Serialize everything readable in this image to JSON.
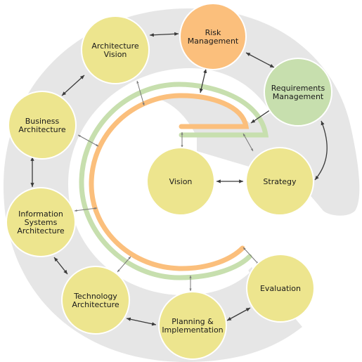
{
  "nodes": {
    "risk": {
      "lines": [
        "Risk",
        "Management"
      ],
      "fill": "#fbbf7c"
    },
    "requirements": {
      "lines": [
        "Requirements",
        "Management"
      ],
      "fill": "#c7dfae"
    },
    "architecture_vision": {
      "lines": [
        "Architecture",
        "Vision"
      ],
      "fill": "#ede58e"
    },
    "business_architecture": {
      "lines": [
        "Business",
        "Architecture"
      ],
      "fill": "#ede58e"
    },
    "information_systems": {
      "lines": [
        "Information",
        "Systems",
        "Architecture"
      ],
      "fill": "#ede58e"
    },
    "technology_architecture": {
      "lines": [
        "Technology",
        "Architecture"
      ],
      "fill": "#ede58e"
    },
    "planning": {
      "lines": [
        "Planning &",
        "Implementation"
      ],
      "fill": "#ede58e"
    },
    "evaluation": {
      "lines": [
        "Evaluation"
      ],
      "fill": "#ede58e"
    },
    "vision": {
      "lines": [
        "Vision"
      ],
      "fill": "#ede58e"
    },
    "strategy": {
      "lines": [
        "Strategy"
      ],
      "fill": "#ede58e"
    }
  },
  "colors": {
    "band": "#e6e6e6",
    "track_green": "#c7dfae",
    "track_orange": "#fbbf7c",
    "arrow": "#3a3a3a",
    "node_stroke": "#ffffff"
  }
}
